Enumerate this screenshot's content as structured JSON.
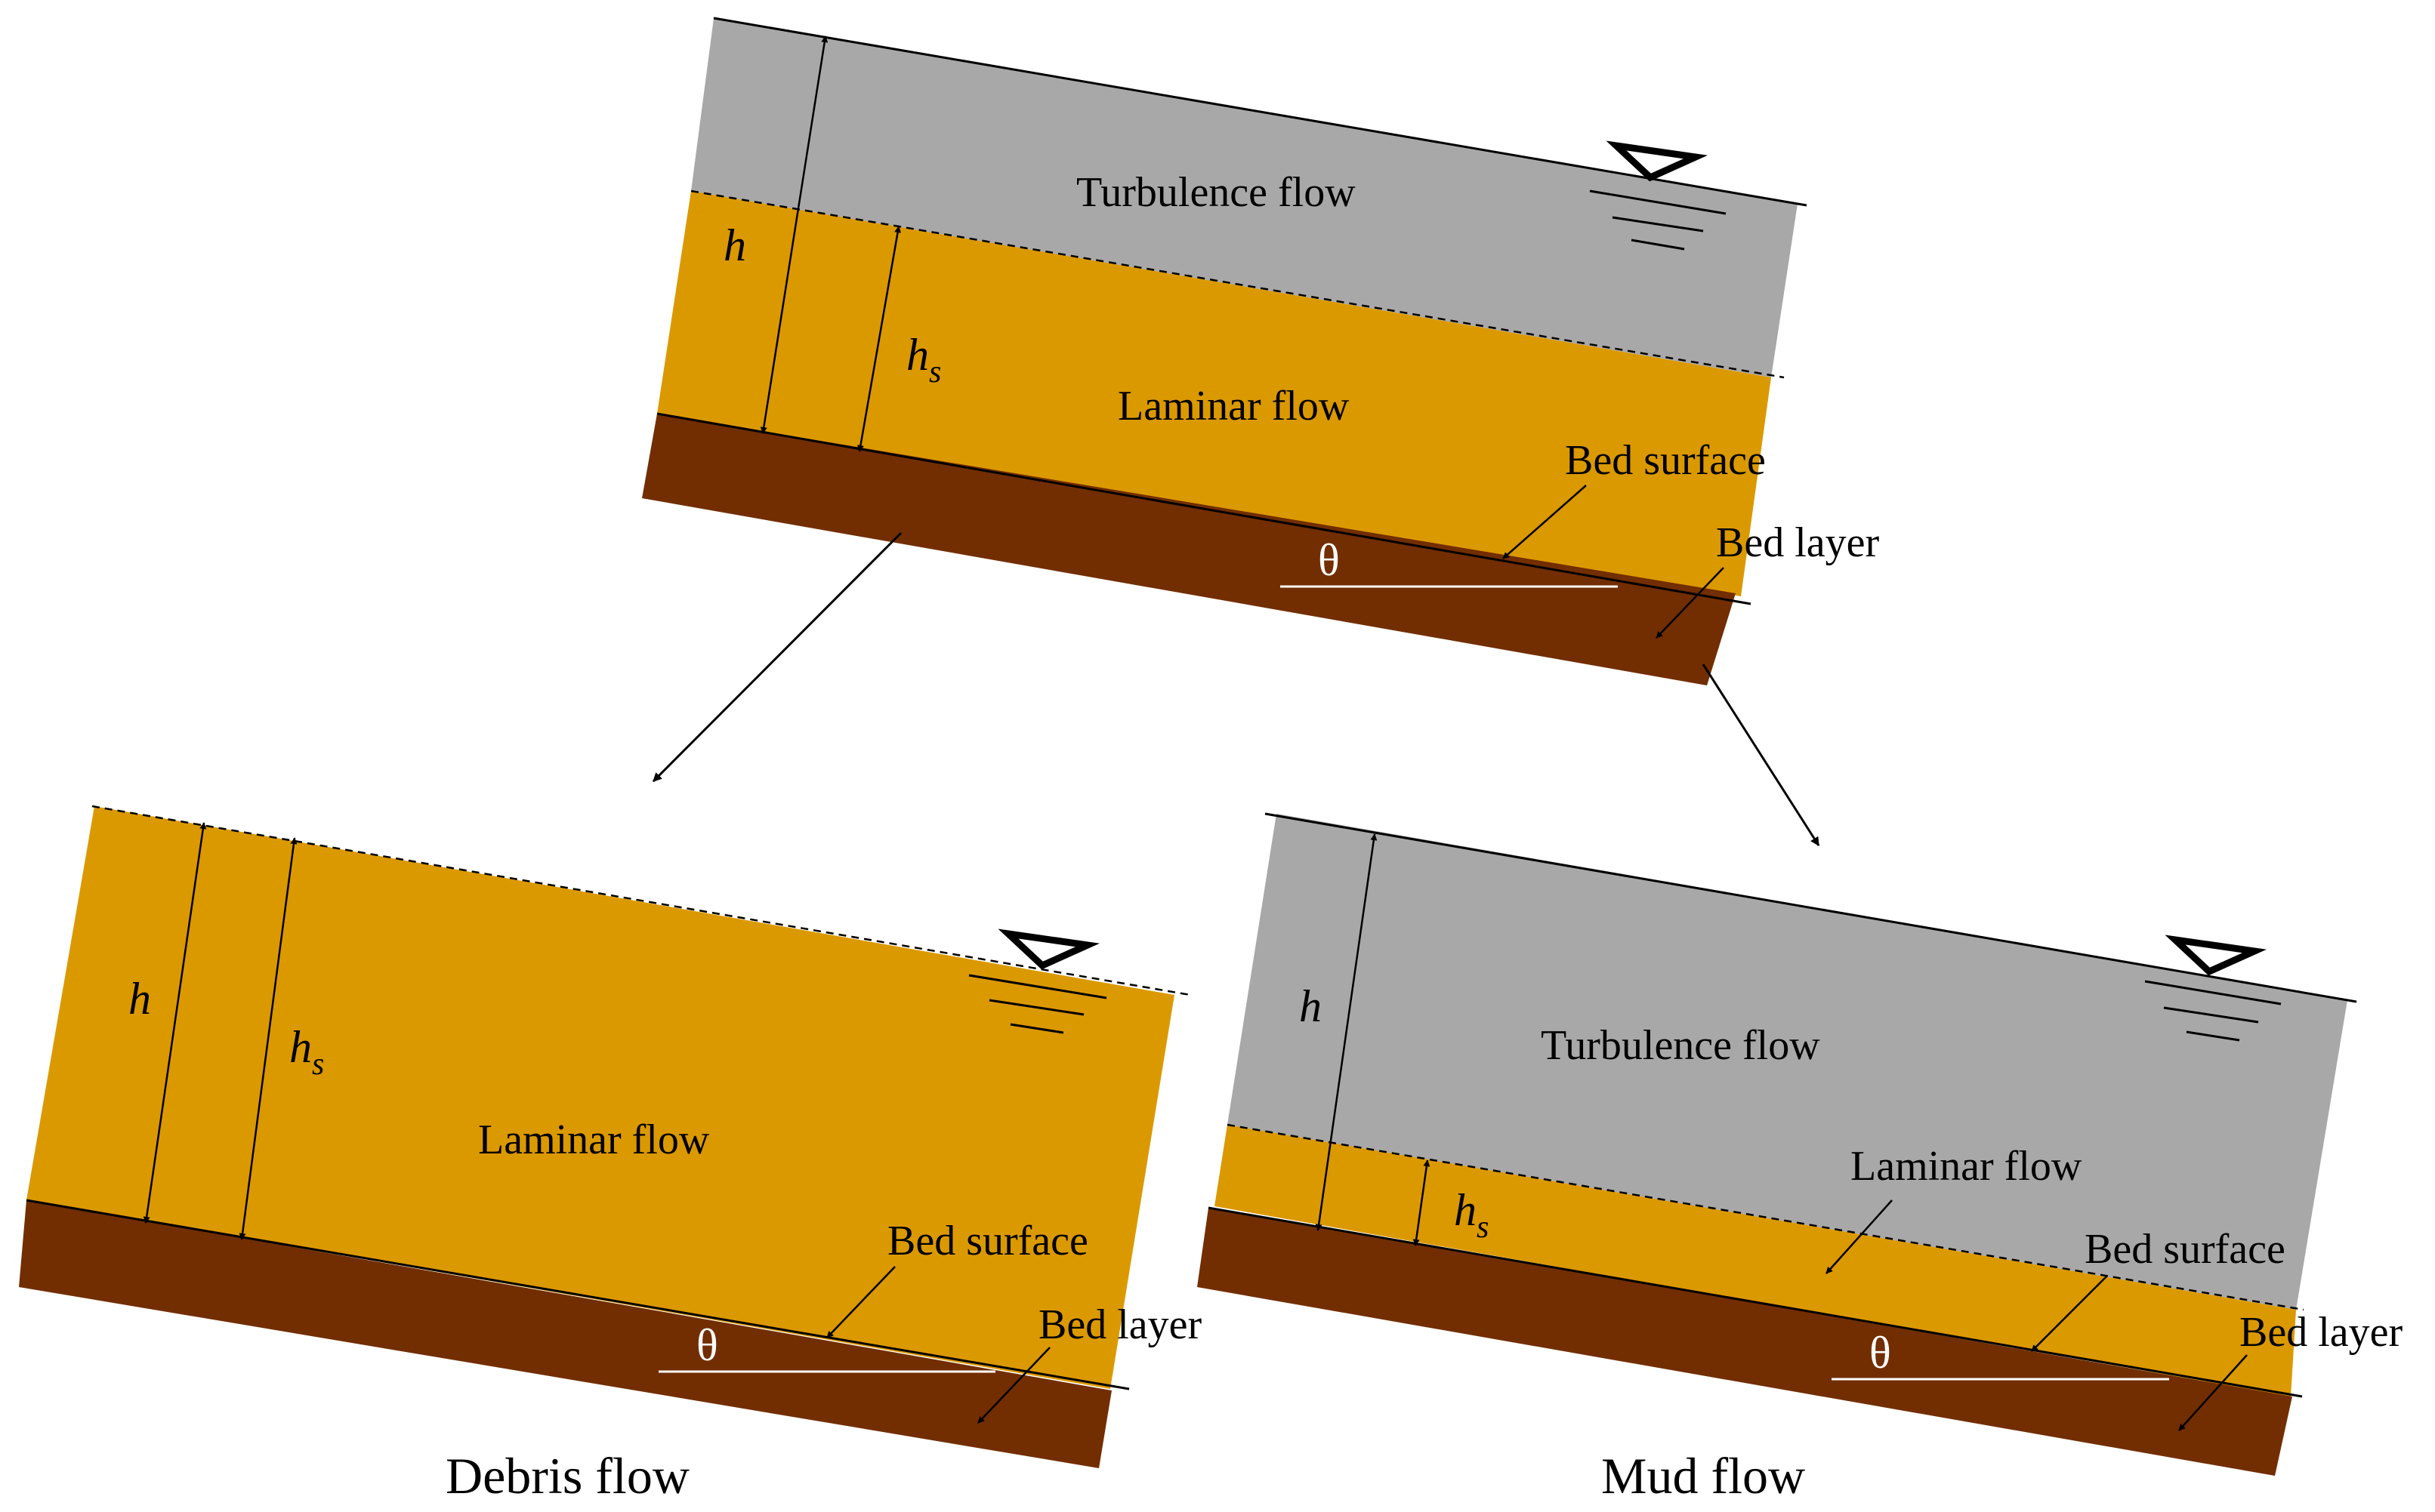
{
  "colors": {
    "turbulence": "#a8a8a8",
    "laminar": "#db9900",
    "bed": "#722e00"
  },
  "icons": [
    "water-surface-triangle-icon",
    "arrow-icon"
  ],
  "panels": {
    "top": {
      "turbulence_label": "Turbulence flow",
      "laminar_label": "Laminar flow",
      "h_label": "h",
      "hs_label": "h",
      "hs_sub": "s",
      "bed_surface_label": "Bed surface",
      "bed_layer_label": "Bed layer",
      "theta_label": "θ"
    },
    "debris": {
      "caption": "Debris flow",
      "laminar_label": "Laminar flow",
      "h_label": "h",
      "hs_label": "h",
      "hs_sub": "s",
      "bed_surface_label": "Bed surface",
      "bed_layer_label": "Bed layer",
      "theta_label": "θ"
    },
    "mud": {
      "caption": "Mud flow",
      "turbulence_label": "Turbulence flow",
      "laminar_label": "Laminar flow",
      "h_label": "h",
      "hs_label": "h",
      "hs_sub": "s",
      "bed_surface_label": "Bed surface",
      "bed_layer_label": "Bed layer",
      "theta_label": "θ"
    }
  }
}
